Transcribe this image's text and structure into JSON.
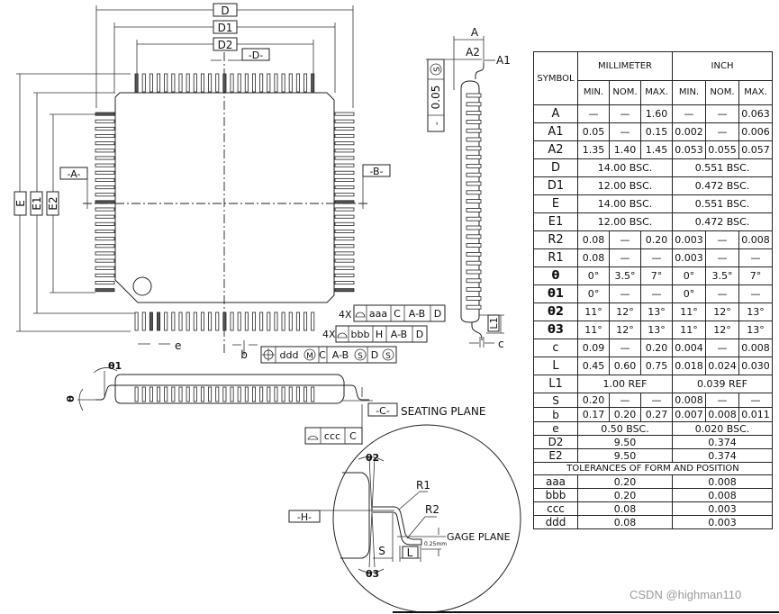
{
  "drawing": {
    "top_view": {
      "dim_labels": [
        "D",
        "D1",
        "D2",
        "E",
        "E1",
        "E2"
      ],
      "datum_A": "-A-",
      "datum_B": "-B-",
      "datum_D": "-D-",
      "pitch_label": "e",
      "lead_width_label": "b"
    },
    "fcf": {
      "aaa": {
        "prefix": "4X",
        "cells": [
          "aaa",
          "C",
          "A-B",
          "D"
        ]
      },
      "bbb": {
        "prefix": "4X",
        "cells": [
          "bbb",
          "H",
          "A-B",
          "D"
        ]
      },
      "ddd": {
        "cells": [
          "ddd",
          "M",
          "C",
          "A-B",
          "S",
          "D",
          "S"
        ]
      },
      "ccc": {
        "cells": [
          "ccc",
          "C"
        ]
      },
      "coplanarity": {
        "cells": [
          "-",
          "0.05",
          "S"
        ]
      }
    },
    "side_view": {
      "A": "A",
      "A2": "A2",
      "A1": "A1",
      "L1": "L1",
      "c": "c"
    },
    "front_view": {
      "theta1": "θ1",
      "theta": "θ",
      "datum_C": "-C-",
      "seating_plane": "SEATING PLANE"
    },
    "detail": {
      "theta2": "θ2",
      "theta3": "θ3",
      "R1": "R1",
      "R2": "R2",
      "datum_H": "-H-",
      "gage_plane": "GAGE PLANE",
      "gage_dim": "0.25mm",
      "S": "S",
      "L": "L"
    }
  },
  "table": {
    "header": {
      "symbol": "SYMBOL",
      "mm": "MILLIMETER",
      "inch": "INCH",
      "sub": [
        "MIN.",
        "NOM.",
        "MAX.",
        "MIN.",
        "NOM.",
        "MAX."
      ]
    },
    "rows6": [
      {
        "sym": "A",
        "v": [
          "—",
          "—",
          "1.60",
          "—",
          "—",
          "0.063"
        ]
      },
      {
        "sym": "A1",
        "v": [
          "0.05",
          "—",
          "0.15",
          "0.002",
          "—",
          "0.006"
        ]
      },
      {
        "sym": "A2",
        "v": [
          "1.35",
          "1.40",
          "1.45",
          "0.053",
          "0.055",
          "0.057"
        ]
      }
    ],
    "bsc": [
      {
        "sym": "D",
        "mm": "14.00  BSC.",
        "inch": "0.551  BSC."
      },
      {
        "sym": "D1",
        "mm": "12.00  BSC.",
        "inch": "0.472  BSC."
      },
      {
        "sym": "E",
        "mm": "14.00  BSC.",
        "inch": "0.551  BSC."
      },
      {
        "sym": "E1",
        "mm": "12.00  BSC.",
        "inch": "0.472  BSC."
      }
    ],
    "rows6b": [
      {
        "sym": "R2",
        "greek": false,
        "v": [
          "0.08",
          "—",
          "0.20",
          "0.003",
          "—",
          "0.008"
        ]
      },
      {
        "sym": "R1",
        "greek": false,
        "v": [
          "0.08",
          "—",
          "—",
          "0.003",
          "—",
          "—"
        ]
      },
      {
        "sym": "θ",
        "greek": true,
        "v": [
          "0°",
          "3.5°",
          "7°",
          "0°",
          "3.5°",
          "7°"
        ]
      },
      {
        "sym": "θ1",
        "greek": true,
        "v": [
          "0°",
          "—",
          "—",
          "0°",
          "—",
          "—"
        ]
      },
      {
        "sym": "θ2",
        "greek": true,
        "v": [
          "11°",
          "12°",
          "13°",
          "11°",
          "12°",
          "13°"
        ]
      },
      {
        "sym": "θ3",
        "greek": true,
        "v": [
          "11°",
          "12°",
          "13°",
          "11°",
          "12°",
          "13°"
        ]
      },
      {
        "sym": "c",
        "greek": false,
        "v": [
          "0.09",
          "—",
          "0.20",
          "0.004",
          "—",
          "0.008"
        ]
      },
      {
        "sym": "L",
        "greek": false,
        "v": [
          "0.45",
          "0.60",
          "0.75",
          "0.018",
          "0.024",
          "0.030"
        ]
      }
    ],
    "L1": {
      "sym": "L1",
      "mm": "1.00  REF",
      "inch": "0.039  REF"
    },
    "rows6c": [
      {
        "sym": "S",
        "v": [
          "0.20",
          "—",
          "—",
          "0.008",
          "—",
          "—"
        ]
      },
      {
        "sym": "b",
        "v": [
          "0.17",
          "0.20",
          "0.27",
          "0.007",
          "0.008",
          "0.011"
        ]
      }
    ],
    "e": {
      "sym": "e",
      "mm": "0.50  BSC.",
      "inch": "0.020  BSC."
    },
    "D2": {
      "sym": "D2",
      "mm": "9.50",
      "inch": "0.374"
    },
    "E2": {
      "sym": "E2",
      "mm": "9.50",
      "inch": "0.374"
    },
    "tolerances_title": "TOLERANCES  OF  FORM  AND  POSITION",
    "tolerances": [
      {
        "sym": "aaa",
        "mm": "0.20",
        "inch": "0.008"
      },
      {
        "sym": "bbb",
        "mm": "0.20",
        "inch": "0.008"
      },
      {
        "sym": "ccc",
        "mm": "0.08",
        "inch": "0.003"
      },
      {
        "sym": "ddd",
        "mm": "0.08",
        "inch": "0.003"
      }
    ]
  },
  "watermark": "CSDN @highman110"
}
